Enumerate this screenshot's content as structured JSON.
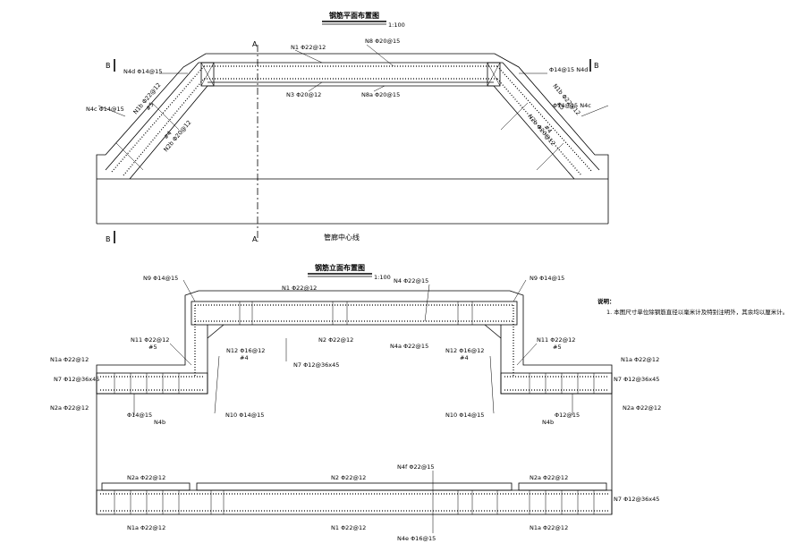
{
  "plan": {
    "title": "钢筋平面布置图",
    "scale": "1:100",
    "center_line": "管廊中心线",
    "section_a": "A",
    "section_b": "B",
    "labels": {
      "n1": "N1 Φ22@12",
      "n8": "N8 Φ20@15",
      "n3": "N3 Φ20@12",
      "n8a": "N8a Φ20@15",
      "n4d_l": "N4d Φ14@15",
      "n4d_r": "Φ14@15 N4d",
      "n4c_l": "N4c Φ14@15",
      "n4c_r": "Φ14@15 N4c",
      "n1b_l": "N1b Φ22@12",
      "n1b_r": "N1b Φ22@12",
      "n5_l": "#5",
      "n5_r": "#5",
      "n4_l": "#4",
      "n4_r": "#4",
      "n2b_l": "N2b Φ20@12",
      "n2b_r": "N2b Φ20@12"
    }
  },
  "elev": {
    "title": "钢筋立面布置图",
    "scale": "1:100",
    "labels": {
      "n9_l": "N9 Φ14@15",
      "n9_r": "N9 Φ14@15",
      "n1_top": "N1 Φ22@12",
      "n4_top": "N4 Φ22@15",
      "n2_mid": "N2 Φ22@12",
      "n4a": "N4a Φ22@15",
      "n11_l": "N11 Φ22@12",
      "n11_r": "N11 Φ22@12",
      "n5_l": "#5",
      "n5_r": "#5",
      "n12_l": "N12 Φ16@12",
      "n12_r": "N12 Φ16@12",
      "n4h_l": "#4",
      "n4h_r": "#4",
      "n7_mid": "N7 Φ12@36x45",
      "n1a_l": "N1a Φ22@12",
      "n1a_r": "N1a Φ22@12",
      "n7_l": "N7 Φ12@36x45",
      "n7_r": "N7 Φ12@36x45",
      "n2a_l": "N2a Φ22@12",
      "n2a_r": "N2a Φ22@12",
      "n4b_l_a": "Φ14@15",
      "n4b_l_b": "N4b",
      "n4b_r_a": "Φ12@15",
      "n4b_r_b": "N4b",
      "n10_l": "N10 Φ14@15",
      "n10_r": "N10 Φ14@15"
    },
    "bottom": {
      "n2a_l": "N2a Φ22@12",
      "n2": "N2 Φ22@12",
      "n4f": "N4f Φ22@15",
      "n2a_r": "N2a Φ22@12",
      "n7": "N7 Φ12@36x45",
      "n1a_l": "N1a Φ22@12",
      "n1": "N1 Φ22@12",
      "n4e": "N4e Φ16@15",
      "n1a_r": "N1a Φ22@12"
    }
  },
  "notes": {
    "heading": "说明：",
    "line1": "1. 本图尺寸单位除钢筋直径以毫米计及特别注明外，其余均以厘米计。"
  }
}
